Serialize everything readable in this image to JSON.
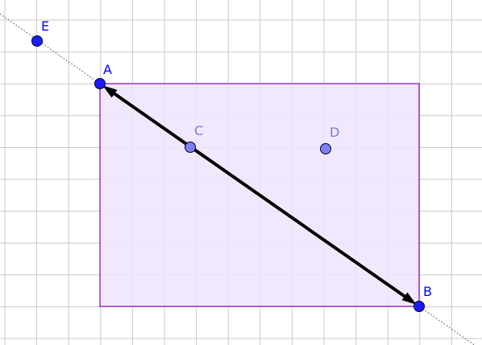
{
  "points": [
    {
      "label": "A",
      "color": "#0000ff",
      "fill": "#1b1bff"
    },
    {
      "label": "B",
      "color": "#0000ff",
      "fill": "#1b1bff"
    },
    {
      "label": "C",
      "color": "#7a7ad8",
      "fill": "#7f7ff2"
    },
    {
      "label": "D",
      "color": "#7a7ad8",
      "fill": "#7f7ff2"
    },
    {
      "label": "E",
      "color": "#0000ff",
      "fill": "#1b1bff"
    }
  ],
  "rectangle": {
    "fill": "#f0e4fd",
    "stroke": "#9933cc"
  },
  "segment": {
    "from": "A",
    "to": "B",
    "style": "double-arrow",
    "color": "#000000"
  },
  "line": {
    "through": [
      "A",
      "B"
    ],
    "style": "dotted"
  },
  "grid": {
    "visible": true,
    "color": "#c8c8c8"
  }
}
